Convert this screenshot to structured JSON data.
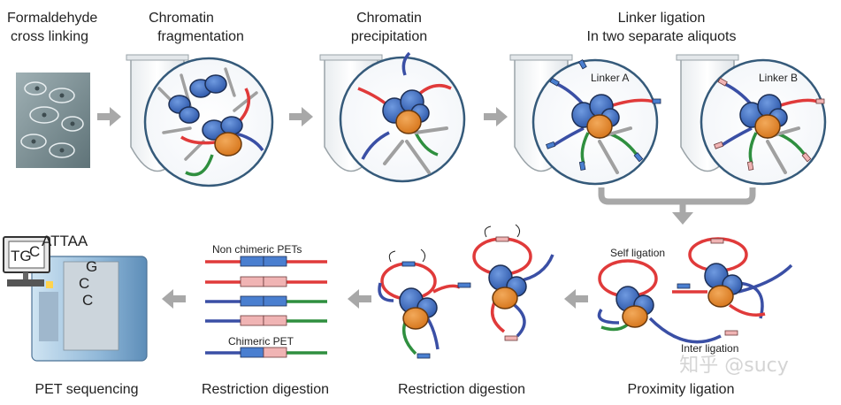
{
  "steps": {
    "formaldehyde": {
      "line1": "Formaldehyde",
      "line2": "cross linking"
    },
    "fragmentation": {
      "line1": "Chromatin",
      "line2": "fragmentation"
    },
    "precipitation": {
      "line1": "Chromatin",
      "line2": "precipitation"
    },
    "linker": {
      "line1": "Linker ligation",
      "line2": "In two  separate aliquots"
    },
    "proximity": {
      "label": "Proximity ligation"
    },
    "restriction1": {
      "label": "Restriction digestion"
    },
    "restriction2": {
      "label": "Restriction digestion"
    },
    "sequencing": {
      "label": "PET sequencing"
    }
  },
  "labels": {
    "linker_a": "Linker A",
    "linker_b": "Linker B",
    "self_ligation": "Self ligation",
    "inter_ligation": "Inter ligation",
    "non_chimeric": "Non chimeric PETs",
    "chimeric": "Chimeric PET"
  },
  "sequence": {
    "row1": "TG",
    "c1": "C",
    "attaa": "ATTAA",
    "g": "G",
    "c2": "C",
    "c3": "C"
  },
  "watermark": "知乎 @sucy",
  "colors": {
    "red": "#e03a3a",
    "blue": "#3a4fa5",
    "green": "#2f8f3f",
    "gray": "#9a9a9a",
    "protein_blue": "#3f6fc2",
    "protein_orange": "#e58a26",
    "linker_a": "#4a7fd0",
    "linker_b": "#f0b4b4",
    "arrow": "#a8a8a8"
  }
}
